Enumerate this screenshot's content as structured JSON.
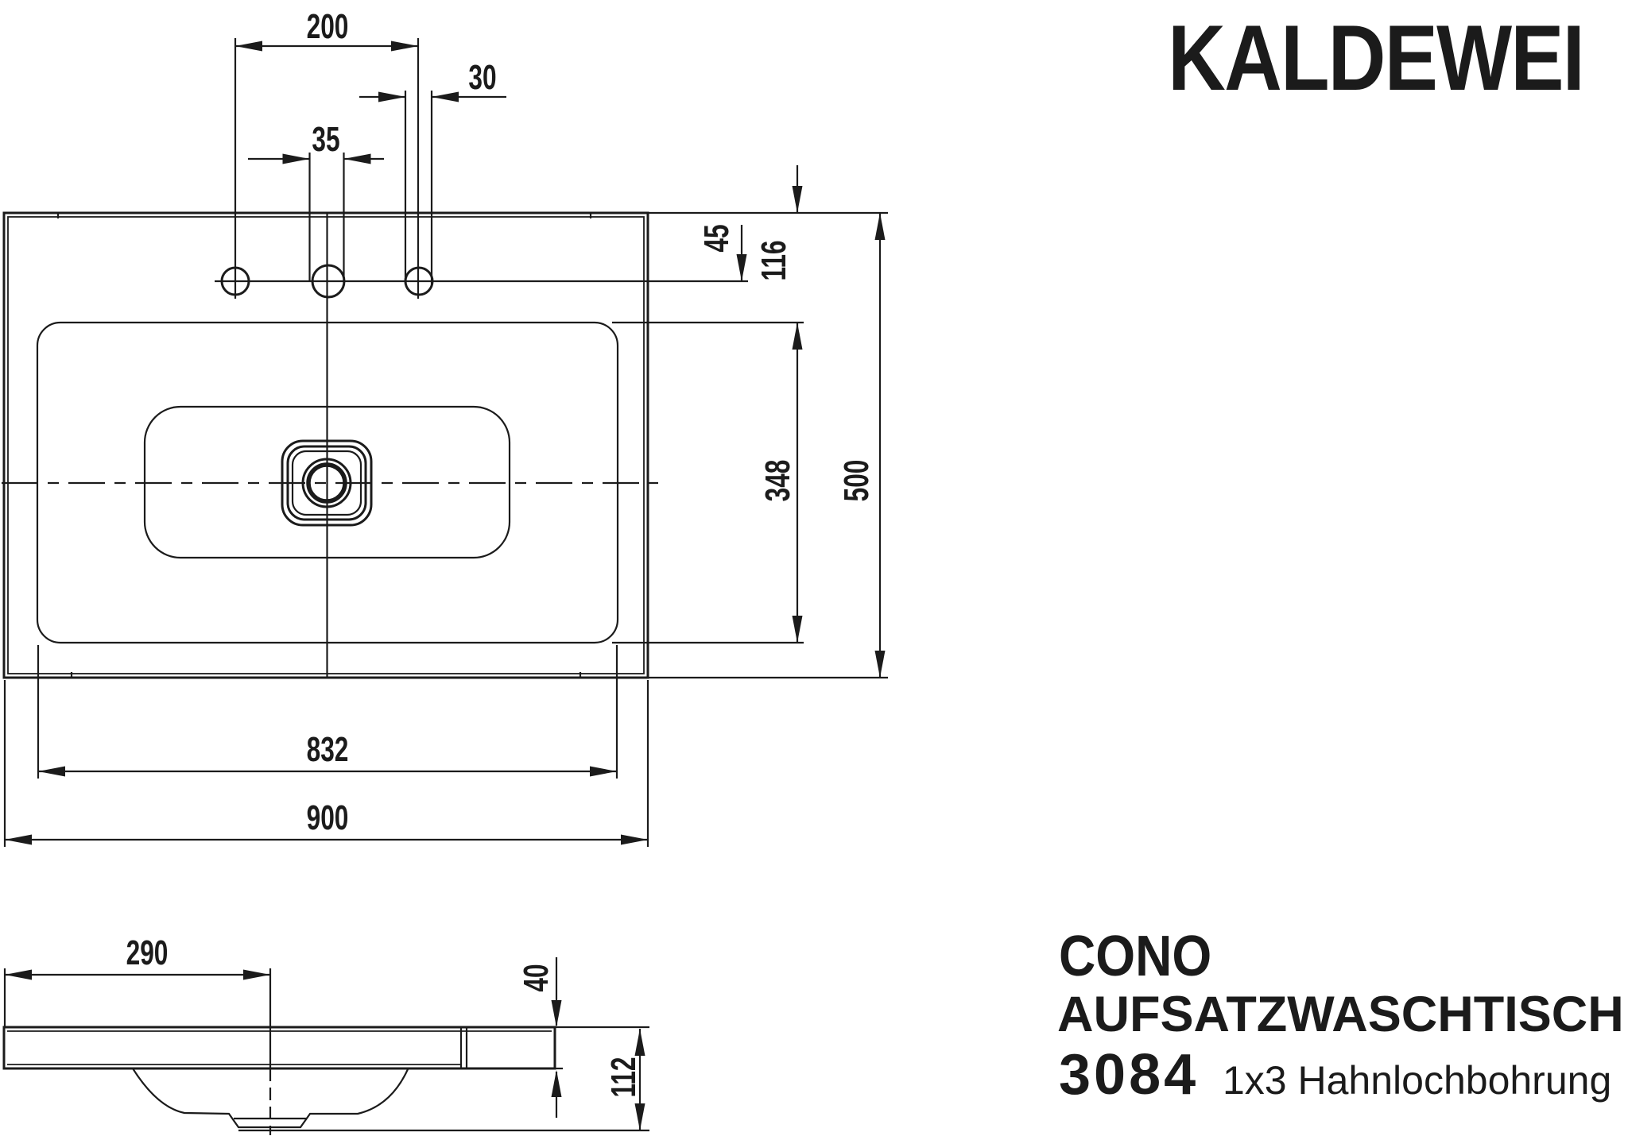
{
  "colors": {
    "ink": "#1b1b1b",
    "background": "#ffffff"
  },
  "logo": {
    "brand": "KALDEWEI"
  },
  "title_block": {
    "series": "CONO",
    "product_type": "AUFSATZWASCHTISCH",
    "model_number": "3084",
    "drilling_variant": "1x3 Hahnlochbohrung"
  },
  "top_view": {
    "dims": {
      "tap_hole_spacing_mm": "200",
      "outer_hole_dia_mm": "30",
      "center_hole_dia_mm": "35",
      "rim_to_hole_center_mm": "45",
      "rim_to_basin_mm": "116",
      "basin_inner_depth_mm": "348",
      "overall_depth_mm": "500",
      "basin_inner_width_mm": "832",
      "overall_width_mm": "900"
    }
  },
  "side_view": {
    "dims": {
      "left_edge_to_drain_mm": "290",
      "slab_height_mm": "40",
      "overall_height_mm": "112"
    }
  }
}
